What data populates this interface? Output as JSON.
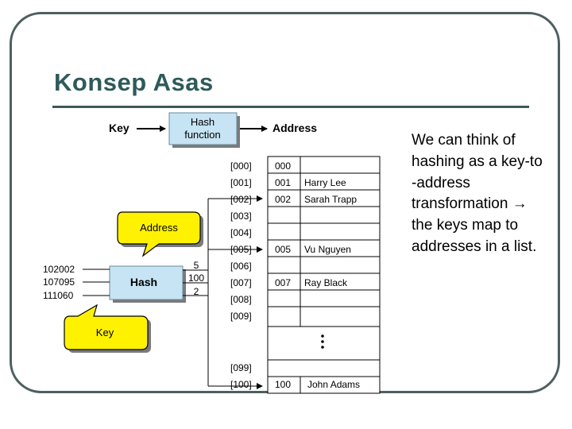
{
  "slide": {
    "title": "Konsep Asas",
    "bullet_lines": [
      "We can think of",
      "hashing as a key-to",
      "-address",
      "transformation →",
      "the keys map to",
      "addresses in a list."
    ]
  },
  "diagram": {
    "top_flow": {
      "key_label": "Key",
      "hash_function_lines": [
        "Hash",
        "function"
      ],
      "address_label": "Address"
    },
    "callout_address": "Address",
    "callout_key": "Key",
    "hash_box_label": "Hash",
    "input_keys": [
      "102002",
      "107095",
      "111060"
    ],
    "output_values": [
      "5",
      "100",
      "2"
    ],
    "index_labels": [
      "[000]",
      "[001]",
      "[002]",
      "[003]",
      "[004]",
      "[005]",
      "[006]",
      "[007]",
      "[008]",
      "[009]",
      "[099]",
      "[100]"
    ],
    "table_rows": [
      {
        "addr": "000",
        "name": ""
      },
      {
        "addr": "001",
        "name": "Harry  Lee"
      },
      {
        "addr": "002",
        "name": "Sarah Trapp"
      },
      {
        "addr": "",
        "name": ""
      },
      {
        "addr": "",
        "name": ""
      },
      {
        "addr": "005",
        "name": "Vu Nguyen"
      },
      {
        "addr": "",
        "name": ""
      },
      {
        "addr": "007",
        "name": "Ray Black"
      },
      {
        "addr": "",
        "name": ""
      },
      {
        "addr": "",
        "name": ""
      },
      {
        "addr": "",
        "name": ""
      },
      {
        "addr": "100",
        "name": "John Adams"
      }
    ],
    "colors": {
      "hash_function_fill": "#c6e4f4",
      "hash_box_fill": "#c6e4f4",
      "callout_fill": "#fff200",
      "shadow": "#7a7a7a",
      "title_color": "#2e5a5a"
    }
  }
}
